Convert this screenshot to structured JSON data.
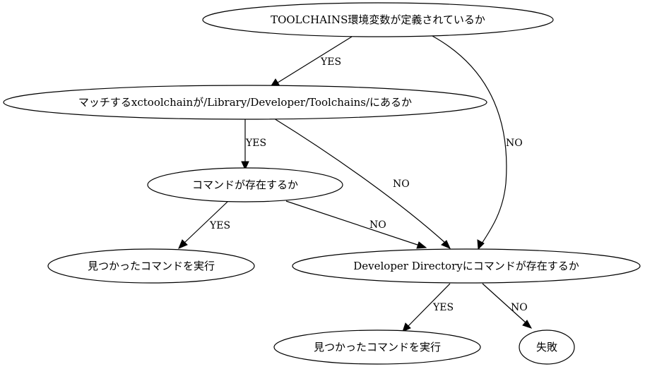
{
  "nodes": {
    "toolchains_env": "TOOLCHAINS環境変数が定義されているか",
    "matching_xctoolchain": "マッチするxctoolchainが/Library/Developer/Toolchains/にあるか",
    "command_exists": "コマンドが存在するか",
    "run_found_1": "見つかったコマンドを実行",
    "devdir_command_exists": "Developer Directoryにコマンドが存在するか",
    "run_found_2": "見つかったコマンドを実行",
    "failure": "失敗"
  },
  "edges": {
    "env_to_match": "YES",
    "env_to_devdir": "NO",
    "match_to_cmd": "YES",
    "match_to_devdir": "NO",
    "cmd_to_run1": "YES",
    "cmd_to_devdir": "NO",
    "devdir_to_run2": "YES",
    "devdir_to_fail": "NO"
  }
}
